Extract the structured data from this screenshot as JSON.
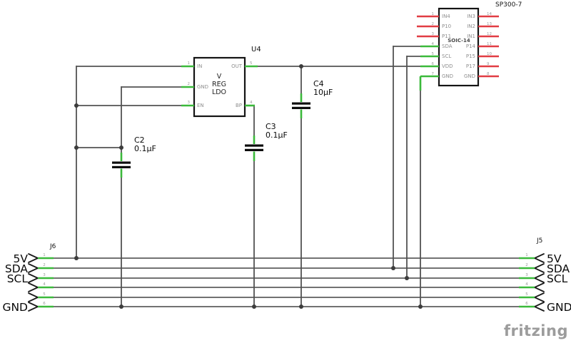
{
  "colors": {
    "wire": "#525252",
    "connected_pin_green": "#3bb93b",
    "unconnected_pin_red": "#e13d44",
    "pin_text_gray": "#8f8f8f",
    "logo_gray": "#9c9c9c",
    "background": "#ffffff"
  },
  "regulator": {
    "ref": "U4",
    "body_lines": [
      "V",
      "REG",
      "LDO"
    ],
    "left_pins": [
      {
        "num": "1",
        "name": "IN"
      },
      {
        "num": "2",
        "name": "GND"
      },
      {
        "num": "3",
        "name": "EN"
      }
    ],
    "right_pins": [
      {
        "num": "5",
        "name": "OUT"
      },
      {
        "num": "4",
        "name": "BP"
      }
    ]
  },
  "soic": {
    "ref": "SP300-7",
    "body_label": "SOIC-14",
    "left_pins": [
      {
        "num": "1",
        "name": "IN4"
      },
      {
        "num": "2",
        "name": "P10"
      },
      {
        "num": "3",
        "name": "P11"
      },
      {
        "num": "4",
        "name": "SDA"
      },
      {
        "num": "5",
        "name": "SCL"
      },
      {
        "num": "6",
        "name": "VDD"
      },
      {
        "num": "7",
        "name": "GND"
      }
    ],
    "right_pins": [
      {
        "num": "14",
        "name": "IN3"
      },
      {
        "num": "13",
        "name": "IN2"
      },
      {
        "num": "12",
        "name": "IN1"
      },
      {
        "num": "11",
        "name": "P14"
      },
      {
        "num": "10",
        "name": "P15"
      },
      {
        "num": "9",
        "name": "P17"
      },
      {
        "num": "8",
        "name": "GND"
      }
    ]
  },
  "capacitors": [
    {
      "ref": "C2",
      "value": "0.1µF"
    },
    {
      "ref": "C3",
      "value": "0.1µF"
    },
    {
      "ref": "C4",
      "value": "10µF"
    }
  ],
  "connectors": {
    "left": {
      "ref": "J6",
      "pins": [
        {
          "num": "1",
          "label": "5V"
        },
        {
          "num": "2",
          "label": "SDA"
        },
        {
          "num": "3",
          "label": "SCL"
        },
        {
          "num": "4",
          "label": ""
        },
        {
          "num": "5",
          "label": ""
        },
        {
          "num": "6",
          "label": "GND"
        }
      ]
    },
    "right": {
      "ref": "J5",
      "pins": [
        {
          "num": "1",
          "label": "5V"
        },
        {
          "num": "2",
          "label": "SDA"
        },
        {
          "num": "3",
          "label": "SCL"
        },
        {
          "num": "4",
          "label": ""
        },
        {
          "num": "5",
          "label": ""
        },
        {
          "num": "6",
          "label": "GND"
        }
      ]
    }
  },
  "logo": "fritzing"
}
